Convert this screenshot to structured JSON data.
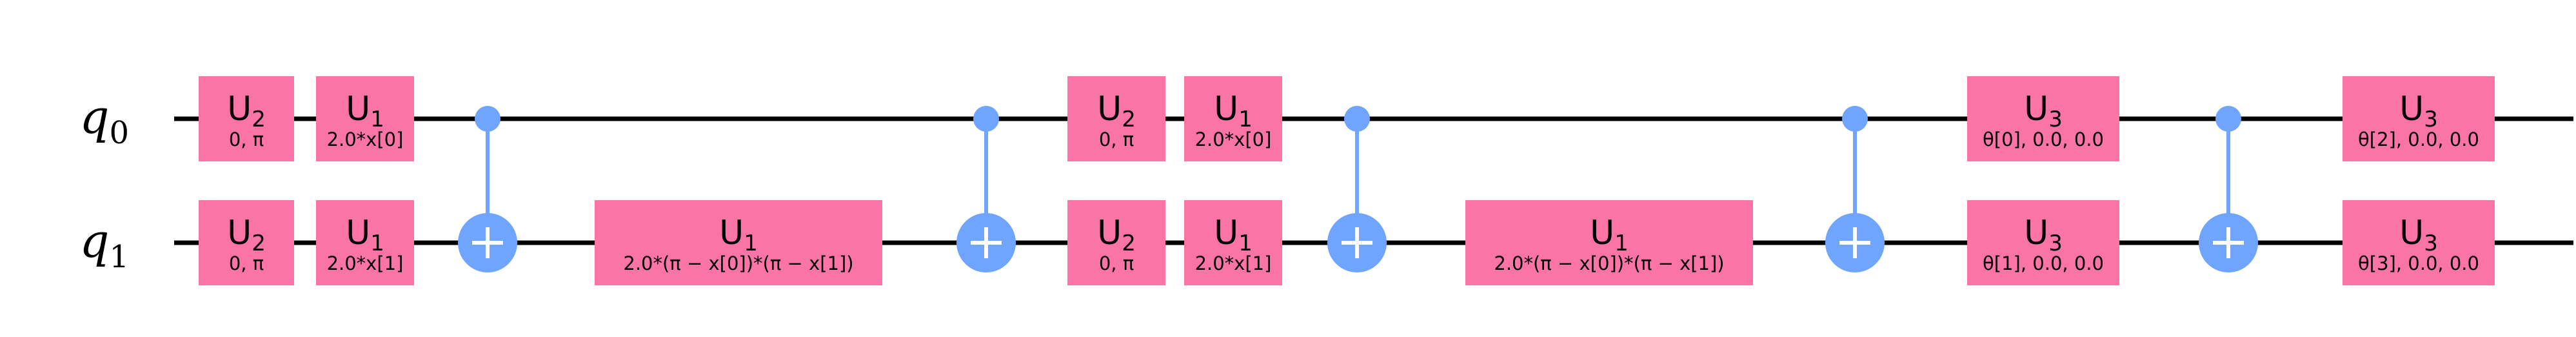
{
  "qubits": [
    {
      "symbol": "q",
      "index": "0"
    },
    {
      "symbol": "q",
      "index": "1"
    }
  ],
  "colors": {
    "gate_fill": "#fa74a6",
    "cnot": "#6fa4ff",
    "wire": "#000000",
    "background": "#ffffff"
  },
  "gates": [
    {
      "qubit": 0,
      "name": "U",
      "sub": "2",
      "param": "0, π"
    },
    {
      "qubit": 1,
      "name": "U",
      "sub": "2",
      "param": "0, π"
    },
    {
      "qubit": 0,
      "name": "U",
      "sub": "1",
      "param": "2.0*x[0]"
    },
    {
      "qubit": 1,
      "name": "U",
      "sub": "1",
      "param": "2.0*x[1]"
    },
    {
      "qubit": 1,
      "name": "U",
      "sub": "1",
      "param": "2.0*(π − x[0])*(π − x[1])"
    },
    {
      "qubit": 0,
      "name": "U",
      "sub": "2",
      "param": "0, π"
    },
    {
      "qubit": 1,
      "name": "U",
      "sub": "2",
      "param": "0, π"
    },
    {
      "qubit": 0,
      "name": "U",
      "sub": "1",
      "param": "2.0*x[0]"
    },
    {
      "qubit": 1,
      "name": "U",
      "sub": "1",
      "param": "2.0*x[1]"
    },
    {
      "qubit": 1,
      "name": "U",
      "sub": "1",
      "param": "2.0*(π − x[0])*(π − x[1])"
    },
    {
      "qubit": 0,
      "name": "U",
      "sub": "3",
      "param": "θ[0], 0.0, 0.0"
    },
    {
      "qubit": 1,
      "name": "U",
      "sub": "3",
      "param": "θ[1], 0.0, 0.0"
    },
    {
      "qubit": 0,
      "name": "U",
      "sub": "3",
      "param": "θ[2], 0.0, 0.0"
    },
    {
      "qubit": 1,
      "name": "U",
      "sub": "3",
      "param": "θ[3], 0.0, 0.0"
    }
  ],
  "cnots": [
    {
      "control": 0,
      "target": 1
    },
    {
      "control": 0,
      "target": 1
    },
    {
      "control": 0,
      "target": 1
    },
    {
      "control": 0,
      "target": 1
    },
    {
      "control": 0,
      "target": 1
    }
  ]
}
